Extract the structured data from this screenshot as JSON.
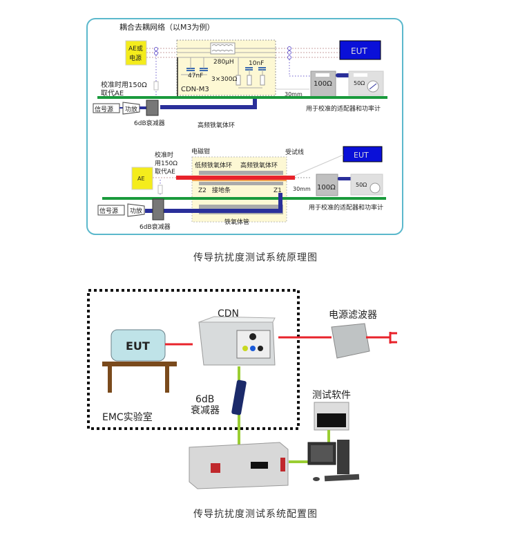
{
  "top_diagram": {
    "cdn_section": {
      "title": "耦合去耦网络（以M3为例）",
      "ae_box": [
        "AE或",
        "电源"
      ],
      "calibration_note": [
        "校准时用150Ω",
        "取代AE"
      ],
      "inductor_label": "280μH",
      "cap1_label": "47nF",
      "cap2_label": "10nF",
      "resistor_label": "3×300Ω",
      "cdn_label": "CDN-M3",
      "eut_label": "EUT",
      "r100_label": "100Ω",
      "r50_label": "50Ω",
      "distance_label": "30mm",
      "adapter_label": "用于校准的适配器和功率计",
      "signal_source": "信号源",
      "amplifier": "功放",
      "attenuator": "6dB衰减器",
      "ferrite_ring": "高频铁氧体环"
    },
    "clamp_section": {
      "clamp_title": "电磁钳",
      "ae_box": "AE",
      "calibration_note": [
        "校准时",
        "用150Ω",
        "取代AE"
      ],
      "low_freq_ring": "低频铁氧体环",
      "high_freq_ring": "高频铁氧体环",
      "cable_under_test": "受试线",
      "eut_label": "EUT",
      "z2_label": "Z2",
      "ground_strip": "接地条",
      "z1_label": "Z1",
      "distance_label": "30mm",
      "r100_label": "100Ω",
      "r50_label": "50Ω",
      "adapter_label": "用于校准的适配器和功率计",
      "signal_source": "信号源",
      "amplifier": "功放",
      "attenuator": "6dB衰减器",
      "ferrite_tube": "铁氧体管"
    },
    "caption": "传导抗扰度测试系统原理图"
  },
  "bottom_diagram": {
    "cdn_label": "CDN",
    "eut_label": "EUT",
    "power_filter": "电源滤波器",
    "attenuator": [
      "6dB",
      "衰减器"
    ],
    "lab_label": "EMC实验室",
    "software_label": "测试软件",
    "caption": "传导抗扰度测试系统配置图"
  },
  "colors": {
    "frame_border": "#5bb8cc",
    "ground_green": "#1a9a3c",
    "coax_blue": "#2a2f9a",
    "eut_blue": "#0a10d8",
    "ae_yellow": "#f4ec1c",
    "cdn_fill": "#fdf8d4",
    "cable_red": "#e8232b",
    "link_green": "#9acd32"
  }
}
